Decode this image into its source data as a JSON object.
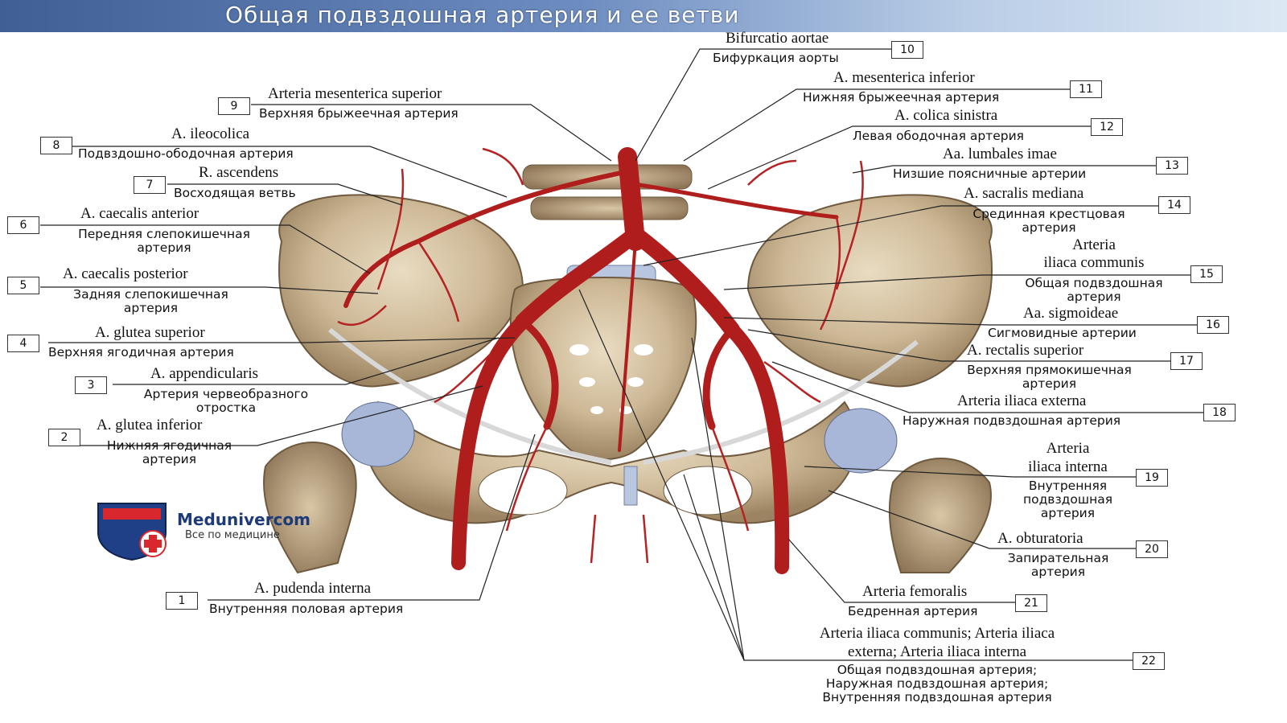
{
  "title": "Общая подвздошная артерия и ее ветви",
  "logo": {
    "name": "Medunivercom",
    "tagline": "Все по медицине"
  },
  "labels": [
    {
      "num": "1",
      "lat": "A. pudenda interna",
      "ru": "Внутренняя половая артерия"
    },
    {
      "num": "2",
      "lat": "A. glutea inferior",
      "ru": "Нижняя ягодичная\nартерия"
    },
    {
      "num": "3",
      "lat": "A. appendicularis",
      "ru": "Артерия червеобразного\nотростка"
    },
    {
      "num": "4",
      "lat": "A. glutea superior",
      "ru": "Верхняя ягодичная артерия"
    },
    {
      "num": "5",
      "lat": "A. caecalis posterior",
      "ru": "Задняя слепокишечная\nартерия"
    },
    {
      "num": "6",
      "lat": "A. caecalis anterior",
      "ru": "Передняя слепокишечная\nартерия"
    },
    {
      "num": "7",
      "lat": "R. ascendens",
      "ru": "Восходящая ветвь"
    },
    {
      "num": "8",
      "lat": "A. ileocolica",
      "ru": "Подвздошно-ободочная артерия"
    },
    {
      "num": "9",
      "lat": "Arteria mesenterica superior",
      "ru": "Верхняя брыжеечная артерия"
    },
    {
      "num": "10",
      "lat": "Bifurcatio aortae",
      "ru": "Бифуркация аорты"
    },
    {
      "num": "11",
      "lat": "A. mesenterica inferior",
      "ru": "Нижняя брыжеечная артерия"
    },
    {
      "num": "12",
      "lat": "A. colica sinistra",
      "ru": "Левая ободочная артерия"
    },
    {
      "num": "13",
      "lat": "Aa. lumbales imae",
      "ru": "Низшие поясничные артерии"
    },
    {
      "num": "14",
      "lat": "A. sacralis mediana",
      "ru": "Срединная крестцовая\nартерия"
    },
    {
      "num": "15",
      "lat": "Arteria\niliaca communis",
      "ru": "Общая подвздошная\nартерия"
    },
    {
      "num": "16",
      "lat": "Aa. sigmoideae",
      "ru": "Сигмовидные артерии"
    },
    {
      "num": "17",
      "lat": "A. rectalis superior",
      "ru": "Верхняя прямокишечная\nартерия"
    },
    {
      "num": "18",
      "lat": "Arteria iliaca externa",
      "ru": "Наружная подвздошная артерия"
    },
    {
      "num": "19",
      "lat": "Arteria\niliaca interna",
      "ru": "Внутренняя\nподвздошная\nартерия"
    },
    {
      "num": "20",
      "lat": "A. obturatoria",
      "ru": "Запирательная\nартерия"
    },
    {
      "num": "21",
      "lat": "Arteria femoralis",
      "ru": "Бедренная артерия"
    },
    {
      "num": "22",
      "lat": "Arteria iliaca communis; Arteria iliaca\nexterna; Arteria iliaca interna",
      "ru": "Общая подвздошная артерия;\nНаружная подвздошная артерия;\nВнутренняя подвздошная артерия"
    }
  ]
}
